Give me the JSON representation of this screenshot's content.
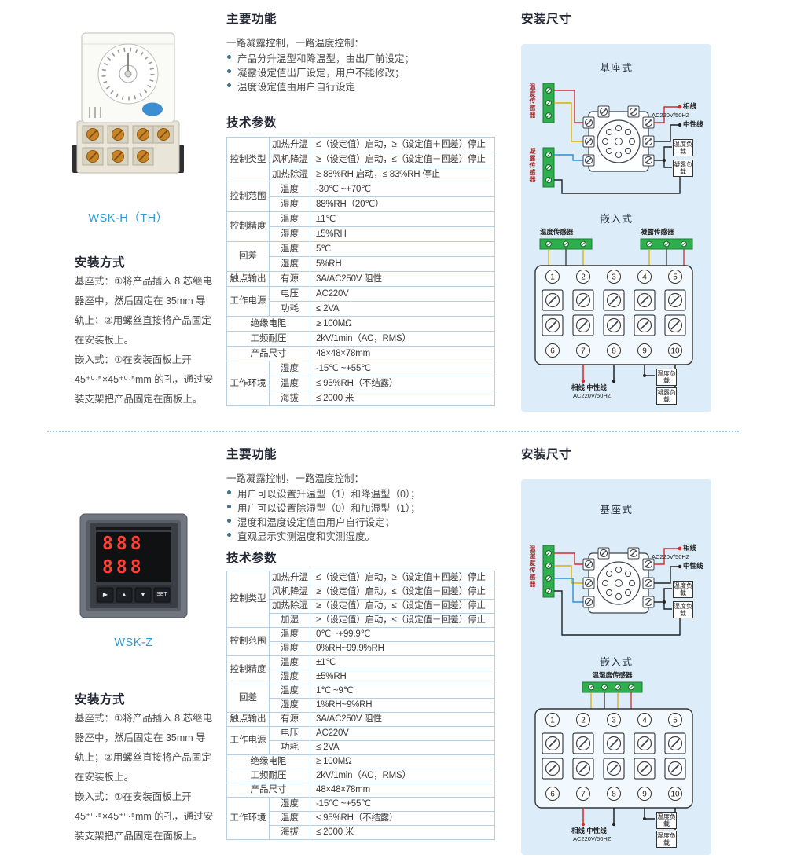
{
  "top": {
    "product_name": "WSK-H（TH）",
    "features": {
      "heading": "主要功能",
      "intro": "一路凝露控制，一路温度控制：",
      "items": [
        "产品分升温型和降温型，由出厂前设定；",
        "凝露设定值出厂设定，用户不能修改；",
        "温度设定值由用户自行设定"
      ]
    },
    "specs": {
      "heading": "技术参数",
      "table": [
        {
          "label": "控制类型",
          "rows": [
            {
              "sub": "加热升温",
              "value": "≤（设定值）启动，≥（设定值＋回差）停止"
            },
            {
              "sub": "风机降温",
              "value": "≥（设定值）启动，≤（设定值－回差）停止"
            },
            {
              "sub": "加热除湿",
              "value": "≥ 88%RH 启动，≤ 83%RH 停止"
            }
          ]
        },
        {
          "label": "控制范围",
          "rows": [
            {
              "sub": "温度",
              "value": "-30℃ ~+70℃"
            },
            {
              "sub": "湿度",
              "value": "88%RH（20℃）"
            }
          ]
        },
        {
          "label": "控制精度",
          "rows": [
            {
              "sub": "温度",
              "value": "±1℃"
            },
            {
              "sub": "湿度",
              "value": "±5%RH"
            }
          ]
        },
        {
          "label": "回差",
          "rows": [
            {
              "sub": "温度",
              "value": "5℃"
            },
            {
              "sub": "湿度",
              "value": "5%RH"
            }
          ]
        },
        {
          "label": "触点输出",
          "rows": [
            {
              "sub": "有源",
              "value": "3A/AC250V 阻性"
            }
          ]
        },
        {
          "label": "工作电源",
          "rows": [
            {
              "sub": "电压",
              "value": "AC220V"
            },
            {
              "sub": "功耗",
              "value": "≤ 2VA"
            }
          ]
        },
        {
          "label": "绝缘电阻",
          "rows": [
            {
              "value": "≥ 100MΩ"
            }
          ]
        },
        {
          "label": "工频耐压",
          "rows": [
            {
              "value": "2kV/1min（AC，RMS）"
            }
          ]
        },
        {
          "label": "产品尺寸",
          "rows": [
            {
              "value": "48×48×78mm"
            }
          ]
        },
        {
          "label": "工作环境",
          "rows": [
            {
              "sub": "湿度",
              "value": "-15℃ ~+55℃"
            },
            {
              "sub": "温度",
              "value": "≤ 95%RH（不结露）"
            },
            {
              "sub": "海拔",
              "value": "≤ 2000 米"
            }
          ]
        }
      ]
    },
    "install": {
      "heading": "安装方式",
      "p1": "基座式：①将产品插入 8 芯继电器座中，然后固定在 35mm 导轨上；②用螺丝直接将产品固定在安装板上。",
      "p2": "嵌入式：①在安装面板上开 45⁺⁰·⁵×45⁺⁰·⁵mm 的孔，通过安装支架把产品固定在面板上。"
    },
    "dims": {
      "heading": "安装尺寸",
      "base_label": "基座式",
      "flush_label": "嵌入式",
      "sensor1": "温度传感器",
      "sensor2": "凝露传感器",
      "phase": "相线",
      "power": "AC220V/50HZ",
      "neutral": "中性线",
      "phase_neutral": "相线 中性线",
      "load1": "温度负载",
      "load2": "凝露负载",
      "terms": [
        "1",
        "2",
        "3",
        "4",
        "5",
        "6",
        "7",
        "8",
        "9",
        "10"
      ]
    }
  },
  "bottom": {
    "product_name": "WSK-Z",
    "display": {
      "row1": "888",
      "row2": "888",
      "buttons": [
        "▶",
        "▲",
        "▼",
        "SET"
      ]
    },
    "features": {
      "heading": "主要功能",
      "intro": "一路凝露控制，一路温度控制：",
      "items": [
        "用户可以设置升温型（1）和降温型（0）；",
        "用户可以设置除湿型（0）和加湿型（1）；",
        "湿度和温度设定值由用户自行设定；",
        "直观显示实测温度和实测湿度。"
      ]
    },
    "specs": {
      "heading": "技术参数",
      "table": [
        {
          "label": "控制类型",
          "rows": [
            {
              "sub": "加热升温",
              "value": "≤（设定值）启动，≥（设定值＋回差）停止"
            },
            {
              "sub": "风机降温",
              "value": "≥（设定值）启动，≤（设定值－回差）停止"
            },
            {
              "sub": "加热除湿",
              "value": "≥（设定值）启动，≤（设定值－回差）停止"
            },
            {
              "sub": "加湿",
              "value": "≥（设定值）启动，≤（设定值－回差）停止"
            }
          ]
        },
        {
          "label": "控制范围",
          "rows": [
            {
              "sub": "温度",
              "value": "0℃ ~+99.9℃"
            },
            {
              "sub": "湿度",
              "value": "0%RH~99.9%RH"
            }
          ]
        },
        {
          "label": "控制精度",
          "rows": [
            {
              "sub": "温度",
              "value": "±1℃"
            },
            {
              "sub": "湿度",
              "value": "±5%RH"
            }
          ]
        },
        {
          "label": "回差",
          "rows": [
            {
              "sub": "温度",
              "value": "1℃ ~9℃"
            },
            {
              "sub": "湿度",
              "value": "1%RH~9%RH"
            }
          ]
        },
        {
          "label": "触点输出",
          "rows": [
            {
              "sub": "有源",
              "value": "3A/AC250V 阻性"
            }
          ]
        },
        {
          "label": "工作电源",
          "rows": [
            {
              "sub": "电压",
              "value": "AC220V"
            },
            {
              "sub": "功耗",
              "value": "≤ 2VA"
            }
          ]
        },
        {
          "label": "绝缘电阻",
          "rows": [
            {
              "value": "≥ 100MΩ"
            }
          ]
        },
        {
          "label": "工频耐压",
          "rows": [
            {
              "value": "2kV/1min（AC，RMS）"
            }
          ]
        },
        {
          "label": "产品尺寸",
          "rows": [
            {
              "value": "48×48×78mm"
            }
          ]
        },
        {
          "label": "工作环境",
          "rows": [
            {
              "sub": "湿度",
              "value": "-15℃ ~+55℃"
            },
            {
              "sub": "温度",
              "value": "≤ 95%RH（不结露）"
            },
            {
              "sub": "海拔",
              "value": "≤ 2000 米"
            }
          ]
        }
      ]
    },
    "install": {
      "heading": "安装方式",
      "p1": "基座式：①将产品插入 8 芯继电器座中，然后固定在 35mm 导轨上；②用螺丝直接将产品固定在安装板上。",
      "p2": "嵌入式：①在安装面板上开 45⁺⁰·⁵×45⁺⁰·⁵mm 的孔，通过安装支架把产品固定在面板上。"
    },
    "dims": {
      "heading": "安装尺寸",
      "base_label": "基座式",
      "flush_label": "嵌入式",
      "sensor1": "温湿度传感器",
      "phase": "相线",
      "power": "AC220V/50HZ",
      "neutral": "中性线",
      "phase_neutral": "相线 中性线",
      "load1": "温度负载",
      "load2": "湿度负载",
      "terms": [
        "1",
        "2",
        "3",
        "4",
        "5",
        "6",
        "7",
        "8",
        "9",
        "10"
      ]
    }
  },
  "colors": {
    "accent_blue": "#2e9bd6",
    "panel_bg": "#dcedf9",
    "terminal_green": "#2fae4e",
    "wire_red": "#d42a2a",
    "digit_red": "#ff4136",
    "table_border": "#b6cfe2"
  }
}
